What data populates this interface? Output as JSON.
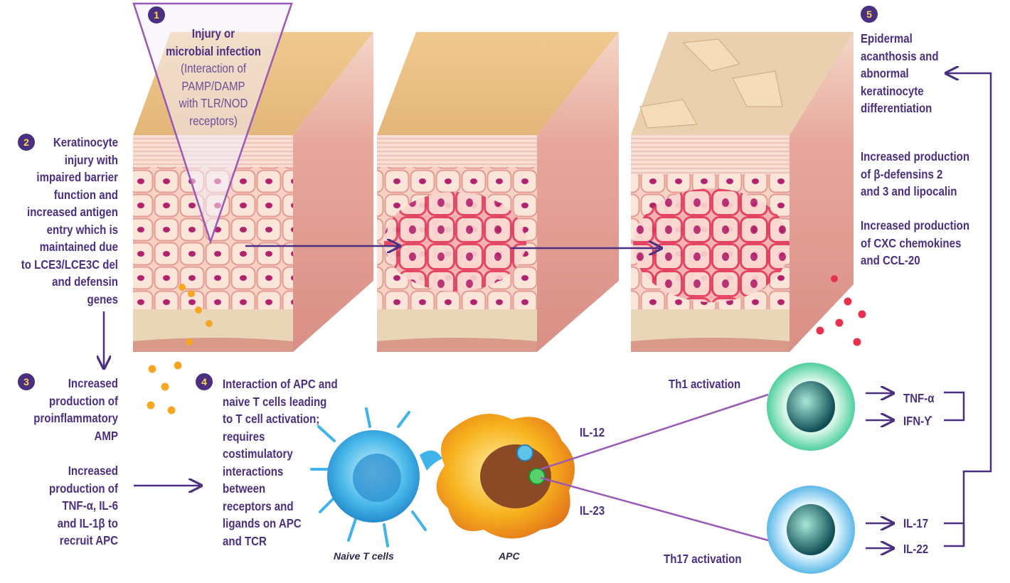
{
  "step1": {
    "badge": "1",
    "title_1": "Injury or",
    "title_2": "microbial infection",
    "sub_1": "(Interaction of",
    "sub_2": "PAMP/DAMP",
    "sub_3": "with TLR/NOD",
    "sub_4": "receptors)"
  },
  "step2": {
    "badge": "2",
    "lines": [
      "Keratinocyte",
      "injury with",
      "impaired barrier",
      "function and",
      "increased antigen",
      "entry which is",
      "maintained due",
      "to LCE3/LCE3C del",
      "and defensin",
      "genes"
    ]
  },
  "step3": {
    "badge": "3",
    "lines": [
      "Increased",
      "production of",
      "proinflammatory",
      "AMP"
    ],
    "lines_b": [
      "Increased",
      "production of",
      "TNF-α, IL-6",
      "and IL-1β to",
      "recruit APC"
    ]
  },
  "step4": {
    "badge": "4",
    "lines": [
      "Interaction of APC and",
      "naive T cells leading",
      "to T cell activation;",
      "requires",
      "costimulatory",
      "interactions",
      "between",
      "receptors and",
      "ligands on APC",
      "and TCR"
    ]
  },
  "step5": {
    "badge": "5",
    "lines": [
      "Epidermal",
      "acanthosis and",
      "abnormal",
      "keratinocyte",
      "differentiation"
    ],
    "defensins": [
      "Increased production",
      "of β-defensins 2",
      "and 3 and lipocalin"
    ],
    "chemokines": [
      "Increased production",
      "of CXC chemokines",
      "and CCL-20"
    ]
  },
  "cells": {
    "naive": "Naive T cells",
    "apc": "APC",
    "il12": "IL-12",
    "il23": "IL-23",
    "th1": "Th1 activation",
    "th17": "Th17 activation"
  },
  "cytokines": {
    "tnf": "TNF-α",
    "ifn": "IFN-ϒ",
    "il17": "IL-17",
    "il22": "IL-22"
  },
  "colors": {
    "text": "#4b2f80",
    "arrow": "#4b2f80",
    "line": "#9b59b6",
    "dot_orange": "#f6a623",
    "dot_red": "#e8314e"
  }
}
